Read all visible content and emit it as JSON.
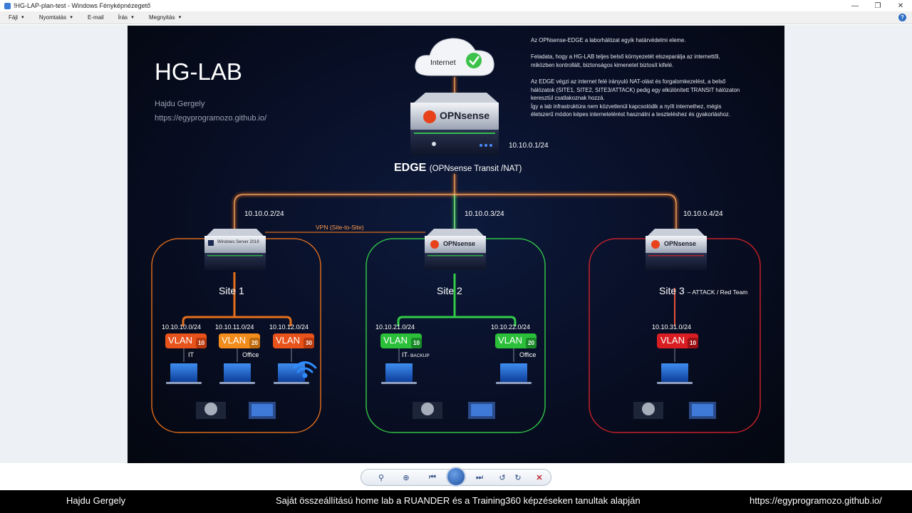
{
  "window": {
    "title": "!HG-LAP-plan-test - Windows Fényképnézegető",
    "minimize": "—",
    "maximize": "❐",
    "close": "✕"
  },
  "menu": {
    "items": [
      "Fájl",
      "Nyomtatás",
      "E-mail",
      "Írás",
      "Megnyitás"
    ],
    "help": "?"
  },
  "slide": {
    "title": "HG-LAB",
    "author": "Hajdu Gergely",
    "url": "https://egyprogramozo.github.io/",
    "description": [
      "Az OPNsense-EDGE a laborhálózat egyik határvédelmi eleme.",
      "",
      "Feladata, hogy a HG-LAB teljes belső környezetét elszeparálja az internettől,",
      "miközben kontrollált, biztonságos kimenetet biztosít kifelé.",
      "",
      "Az EDGE végzi az internet felé irányuló NAT-olást és forgalomkezelést, a belső",
      "hálózatok (SITE1, SITE2, SITE3/ATTACK) pedig egy elkülönített TRANSIT hálózaton",
      "keresztül csatlakoznak hozzá.",
      "Így a lab infrastruktúra nem közvetlenül kapcsolódik a nyílt internethez, mégis",
      "életszerű módon képes internetelérést használni a teszteléshez és gyakorláshoz."
    ],
    "internet_label": "Internet",
    "edge": {
      "brand": "OPNsense",
      "ip": "10.10.0.1/24",
      "label_bold": "EDGE",
      "label_rest": "(OPNsense Transit /NAT)"
    },
    "vpn_label": "VPN (Site-to-Site)",
    "colors": {
      "site1": "#ff7a1a",
      "site2": "#37e04a",
      "site3": "#e8242a",
      "edge_link": "#ff7a1a"
    },
    "sites": [
      {
        "name": "Site 1",
        "suffix": "",
        "ip": "10.10.0.2/24",
        "router": "Windows Server 2019",
        "vlans": [
          {
            "subnet": "10.10.10.0/24",
            "label": "VLAN",
            "num": "10",
            "role": "IT",
            "role_small": ""
          },
          {
            "subnet": "10.10.11.0/24",
            "label": "VLAN",
            "num": "20",
            "role": "Office",
            "role_small": ""
          },
          {
            "subnet": "10.10.12.0/24",
            "label": "VLAN",
            "num": "30",
            "role": "",
            "role_small": ""
          }
        ]
      },
      {
        "name": "Site 2",
        "suffix": "",
        "ip": "10.10.0.3/24",
        "router": "OPNsense",
        "vlans": [
          {
            "subnet": "10.10.21.0/24",
            "label": "VLAN",
            "num": "10",
            "role": "IT",
            "role_small": "- BACKUP"
          },
          {
            "subnet": "10.10.22.0/24",
            "label": "VLAN",
            "num": "20",
            "role": "Office",
            "role_small": ""
          }
        ]
      },
      {
        "name": "Site 3",
        "suffix": "– ATTACK / Red Team",
        "ip": "10.10.0.4/24",
        "router": "OPNsense",
        "vlans": [
          {
            "subnet": "10.10.31.0/24",
            "label": "VLAN",
            "num": "10",
            "role": "",
            "role_small": ""
          }
        ]
      }
    ]
  },
  "toolbar": {
    "zoom": "⚲",
    "fit": "⊕",
    "prev": "⏮",
    "next": "⏭",
    "rotate_left": "↺",
    "rotate_right": "↻",
    "delete": "✕"
  },
  "caption": {
    "left": "Hajdu Gergely",
    "center": "Saját összeállítású home lab a RUANDER és a Training360 képzéseken tanultak alapján",
    "right": "https://egyprogramozo.github.io/"
  }
}
